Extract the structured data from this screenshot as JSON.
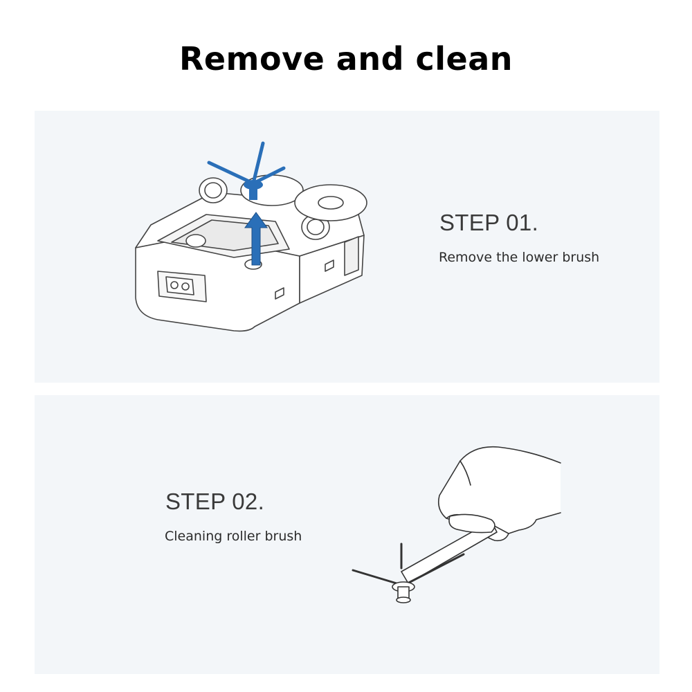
{
  "title": "Remove and clean",
  "steps": [
    {
      "heading": "STEP 01.",
      "description": "Remove the lower brush"
    },
    {
      "heading": "STEP 02.",
      "description": "Cleaning roller brush"
    }
  ],
  "colors": {
    "panel": "#f3f6f9",
    "accent": "#2a6fb8",
    "line": "#444444"
  },
  "icons": [
    "robot-vacuum-illustration",
    "up-arrow-icon",
    "side-brush-icon",
    "hand-holding-brush-illustration"
  ]
}
